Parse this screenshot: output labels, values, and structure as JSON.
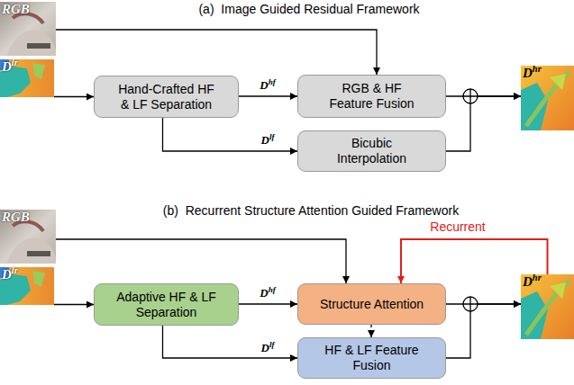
{
  "diagram": {
    "nodes": [
      {
        "text": [
          "RGB"
        ]
      },
      {
        "text": [
          "Dlr"
        ]
      },
      {
        "text": [
          "Hand-Crafted HF & LF Separation"
        ]
      },
      {
        "text": [
          "RGB & HF Feature Fusion"
        ]
      },
      {
        "text": [
          "Bicubic Interpolation"
        ]
      },
      {
        "text": [
          "Dhr"
        ]
      },
      {
        "text": [
          "RGB"
        ]
      },
      {
        "text": [
          "Dlr"
        ]
      },
      {
        "text": [
          "Adaptive HF & LF Separation"
        ]
      },
      {
        "text": [
          "Structure Attention"
        ]
      },
      {
        "text": [
          "HF & LF Feature Fusion"
        ]
      },
      {
        "text": [
          "Dhr"
        ]
      }
    ],
    "edges": [
      {
        "from": 0,
        "to": 3,
        "arrow": "to"
      },
      {
        "from": 1,
        "to": 2,
        "arrow": "to"
      },
      {
        "from": 2,
        "to": 3,
        "label": "Dhf",
        "arrow": "to"
      },
      {
        "from": 2,
        "to": 4,
        "label": "Dlf",
        "arrow": "to"
      },
      {
        "from": 3,
        "to": 5,
        "arrow": "to"
      },
      {
        "from": 4,
        "to": 5,
        "arrow": "to"
      },
      {
        "from": 6,
        "to": 9,
        "arrow": "to"
      },
      {
        "from": 7,
        "to": 8,
        "arrow": "to"
      },
      {
        "from": 8,
        "to": 9,
        "label": "Dhf",
        "arrow": "to"
      },
      {
        "from": 8,
        "to": 10,
        "label": "Dlf",
        "arrow": "to"
      },
      {
        "from": 9,
        "to": 10,
        "arrow": "to"
      },
      {
        "from": 9,
        "to": 11,
        "arrow": "to"
      },
      {
        "from": 10,
        "to": 11,
        "arrow": "to"
      },
      {
        "from": 11,
        "to": 9,
        "label": "Recurrent",
        "arrow": "to"
      }
    ],
    "labels": [
      "(a)  Image Guided Residual Framework",
      "(b)  Recurrent Structure Attention Guided Framework"
    ]
  }
}
